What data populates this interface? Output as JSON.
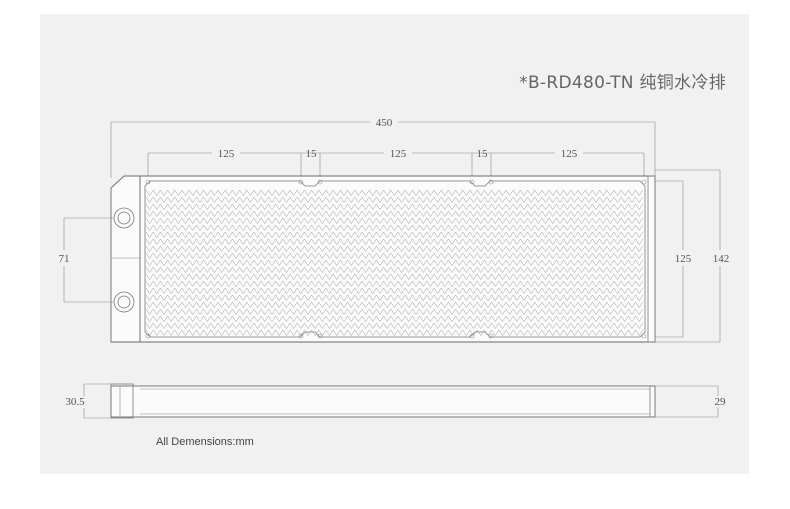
{
  "title": "*B-RD480-TN 纯铜水冷排",
  "note": "All Demensions:mm",
  "dims": {
    "total_length": "450",
    "section_a": "125",
    "gap_a": "15",
    "section_b": "125",
    "gap_b": "15",
    "section_c": "125",
    "port_spacing": "71",
    "core_height": "125",
    "total_height": "142",
    "tank_thickness": "30.5",
    "core_thickness": "29"
  }
}
